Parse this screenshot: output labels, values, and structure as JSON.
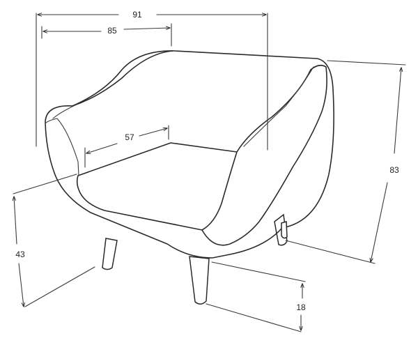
{
  "dimensions": {
    "overall_width": "91",
    "back_width": "85",
    "seat_width": "57",
    "overall_height": "83",
    "seat_height": "43",
    "leg_height": "18"
  },
  "colors": {
    "ink": "#2a2a2a",
    "background": "#ffffff"
  }
}
